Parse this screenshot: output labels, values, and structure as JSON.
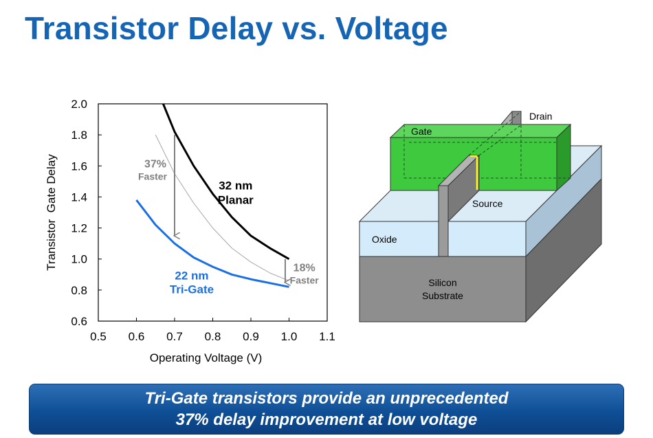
{
  "slide": {
    "title": "Transistor Delay vs. Voltage",
    "banner_line1": "Tri-Gate transistors provide an unprecedented",
    "banner_line2": "37% delay improvement at low voltage"
  },
  "chart_data": {
    "type": "line",
    "xlabel": "Operating Voltage (V)",
    "ylabel": "Transistor  Gate Delay",
    "xlim": [
      0.5,
      1.1
    ],
    "ylim": [
      0.6,
      2.0
    ],
    "x_ticks": [
      "0.5",
      "0.6",
      "0.7",
      "0.8",
      "0.9",
      "1.0",
      "1.1"
    ],
    "y_ticks": [
      "0.6",
      "0.8",
      "1.0",
      "1.2",
      "1.4",
      "1.6",
      "1.8",
      "2.0"
    ],
    "grid": false,
    "series": [
      {
        "name": "32 nm Planar",
        "label_line1": "32 nm",
        "label_line2": "Planar",
        "color": "#000000",
        "x": [
          0.67,
          0.7,
          0.75,
          0.8,
          0.85,
          0.9,
          0.95,
          1.0
        ],
        "y": [
          2.0,
          1.82,
          1.6,
          1.42,
          1.27,
          1.15,
          1.07,
          1.0
        ]
      },
      {
        "name": "",
        "color": "#a6a6a6",
        "x": [
          0.65,
          0.7,
          0.75,
          0.8,
          0.85,
          0.9,
          0.95,
          1.0
        ],
        "y": [
          1.8,
          1.55,
          1.36,
          1.2,
          1.07,
          0.98,
          0.91,
          0.86
        ]
      },
      {
        "name": "22 nm Tri-Gate",
        "label_line1": "22 nm",
        "label_line2": "Tri-Gate",
        "color": "#1a6fe6",
        "x": [
          0.6,
          0.65,
          0.7,
          0.75,
          0.8,
          0.85,
          0.9,
          0.95,
          1.0
        ],
        "y": [
          1.38,
          1.22,
          1.1,
          1.01,
          0.95,
          0.9,
          0.87,
          0.845,
          0.82
        ]
      }
    ],
    "annotations": [
      {
        "pct": "37%",
        "word": "Faster",
        "at_x": 0.7,
        "from_y": 1.8,
        "to_y": 1.15
      },
      {
        "pct": "18%",
        "word": "Faster",
        "at_x": 0.99,
        "from_y": 1.0,
        "to_y": 0.85
      }
    ],
    "colors": {
      "axis": "#000000",
      "annotation": "#808080"
    }
  },
  "diagram": {
    "labels": {
      "drain": "Drain",
      "gate": "Gate",
      "source": "Source",
      "oxide": "Oxide",
      "silicon_line1": "Silicon",
      "silicon_line2": "Substrate"
    },
    "colors": {
      "gate": "#3fc93f",
      "oxide": "#d3ebfa",
      "substrate": "#8e8e8e",
      "fin": "#9b9b9b",
      "highlight": "#ffff00"
    }
  }
}
